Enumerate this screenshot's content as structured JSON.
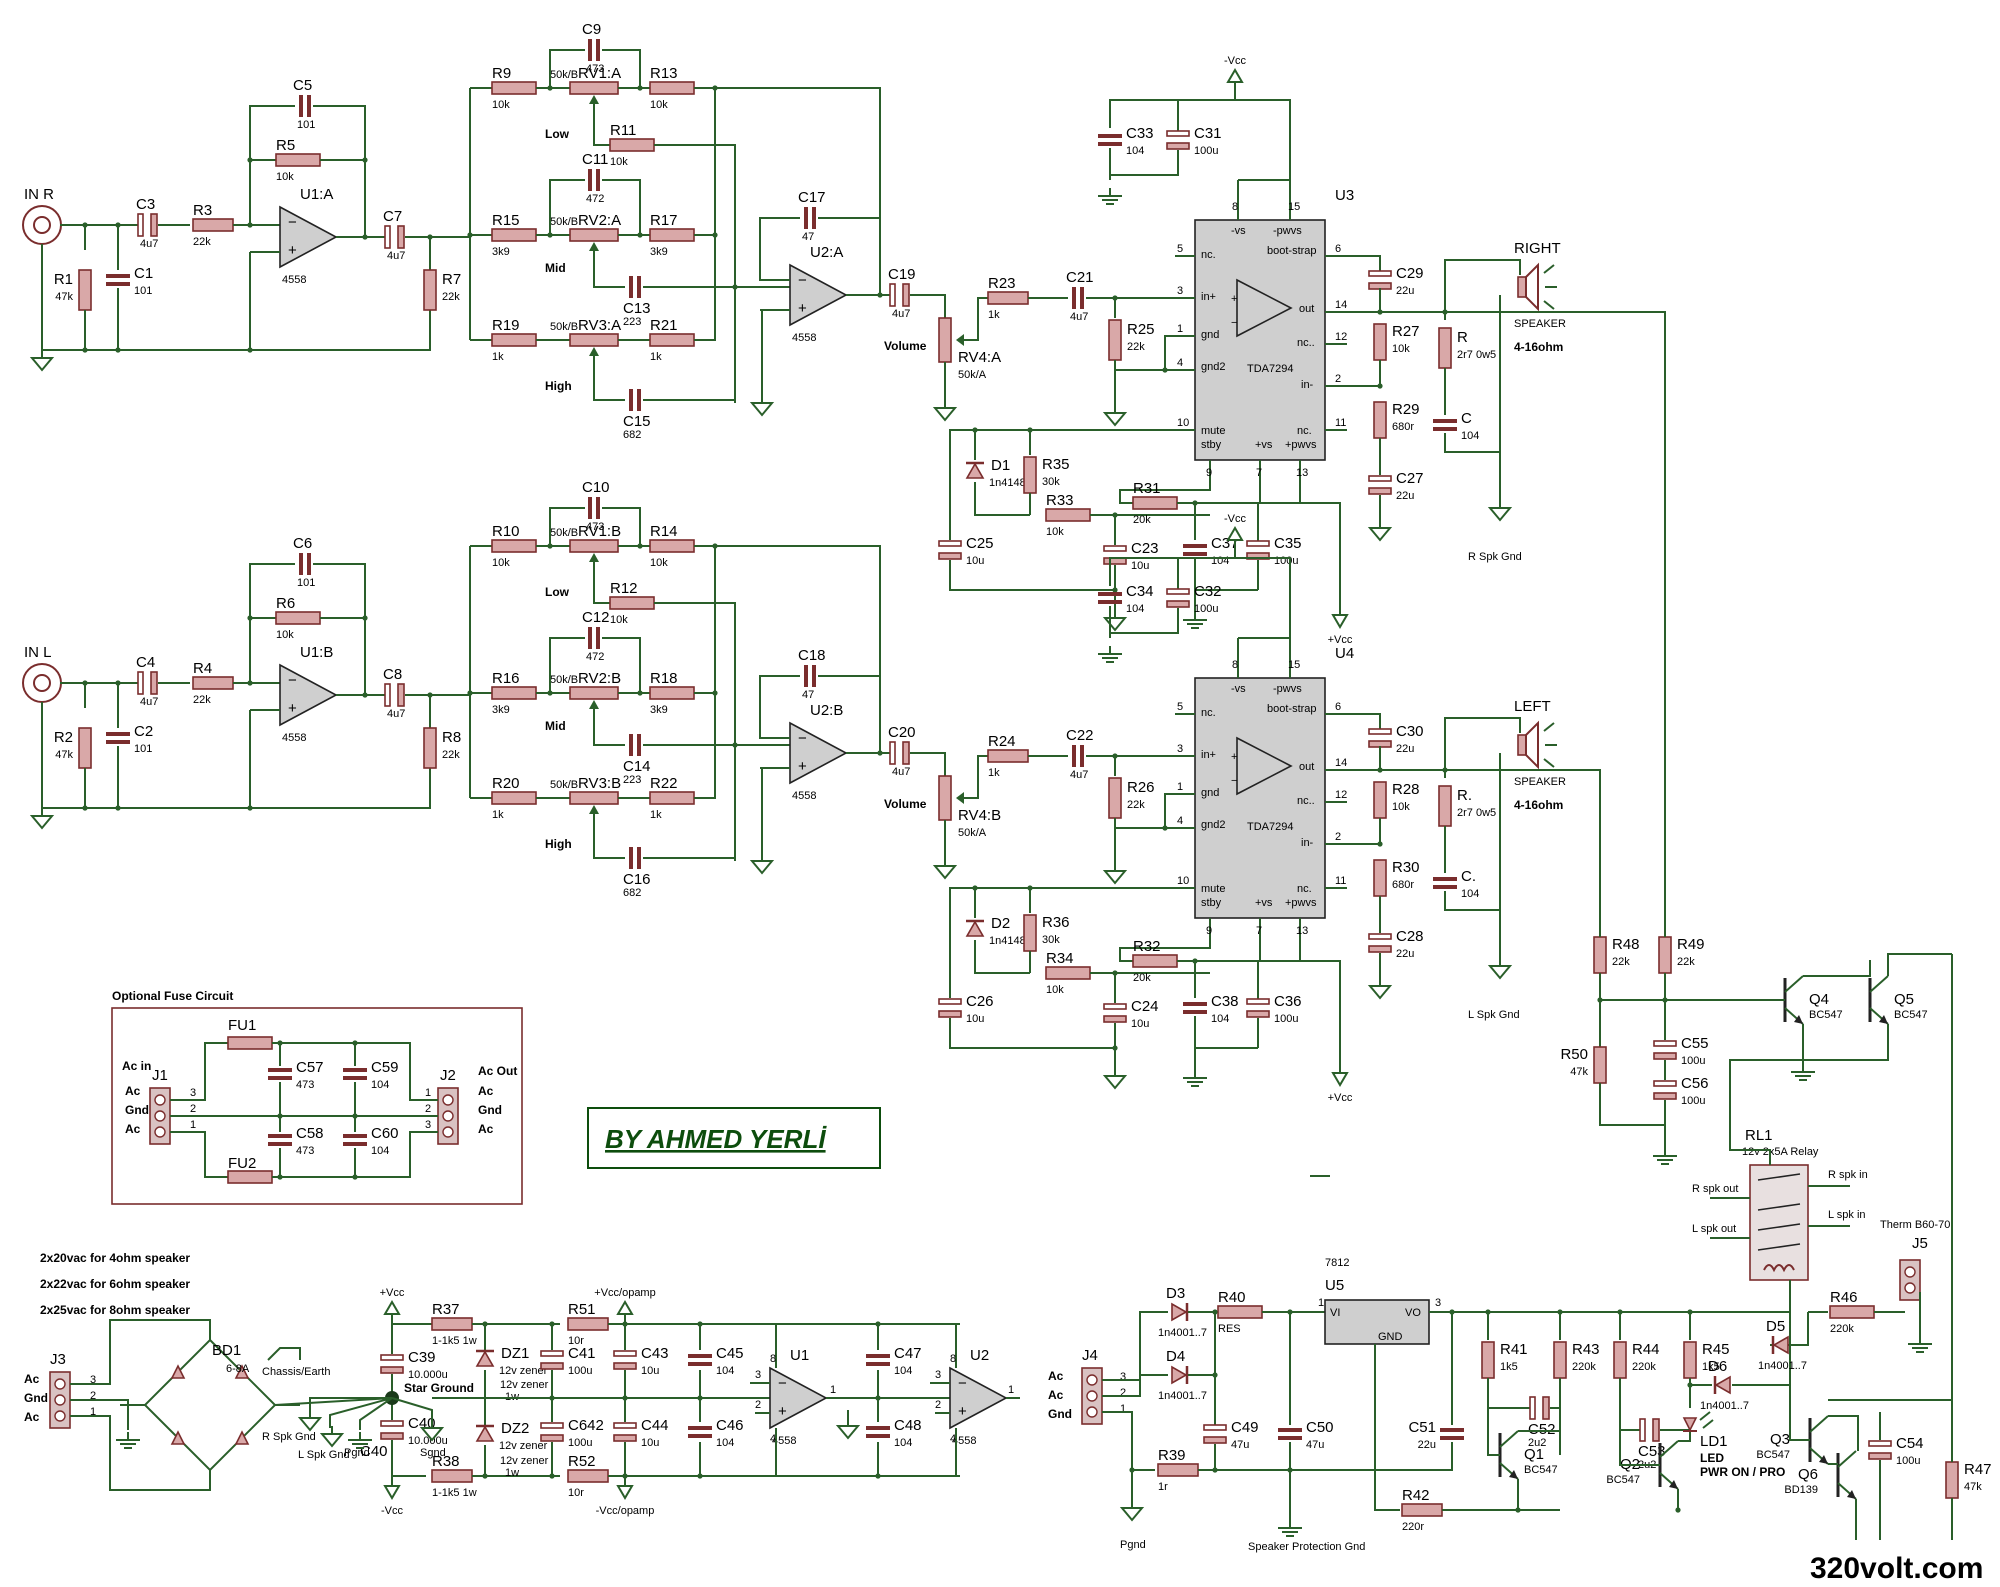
{
  "signature": "BY AHMED YERLİ",
  "site": "320volt.com",
  "fuse_box_title": "Optional Fuse Circuit",
  "supply_notes": [
    "2x20vac for 4ohm speaker",
    "2x22vac for 6ohm speaker",
    "2x25vac for 8ohm speaker"
  ],
  "channels": [
    {
      "input": "IN R",
      "caps": {
        "c_in": [
          "C3",
          "4u7"
        ],
        "c_shunt": [
          "C1",
          "101"
        ],
        "c_fb": [
          "C5",
          "101"
        ],
        "c_out": [
          "C7",
          "4u7"
        ],
        "c_low": [
          "C9",
          "473"
        ],
        "c_mid": [
          "C11",
          "472"
        ],
        "c_mid2": [
          "C13",
          "223"
        ],
        "c_high": [
          "C15",
          "682"
        ],
        "c_fb2": [
          "C17",
          "47"
        ],
        "c_vol": [
          "C19",
          "4u7"
        ],
        "c_amp": [
          "C21",
          "4u7"
        ]
      },
      "res": {
        "r_in": [
          "R1",
          "47k"
        ],
        "r_ser": [
          "R3",
          "22k"
        ],
        "r_fb": [
          "R5",
          "10k"
        ],
        "r_out": [
          "R7",
          "22k"
        ],
        "r9": [
          "R9",
          "10k"
        ],
        "r13": [
          "R13",
          "10k"
        ],
        "r11": [
          "R11",
          "10k"
        ],
        "r15": [
          "R15",
          "3k9"
        ],
        "r17": [
          "R17",
          "3k9"
        ],
        "r19": [
          "R19",
          "1k"
        ],
        "r21": [
          "R21",
          "1k"
        ],
        "r23": [
          "R23",
          "1k"
        ],
        "r25": [
          "R25",
          "22k"
        ]
      },
      "pots": {
        "low": [
          "RV1:A",
          "50k/B"
        ],
        "mid": [
          "RV2:A",
          "50k/B"
        ],
        "high": [
          "RV3:A",
          "50k/B"
        ],
        "vol": [
          "RV4:A",
          "50k/A"
        ]
      },
      "op1": [
        "U1:A",
        "4558"
      ],
      "op2": [
        "U2:A",
        "4558"
      ],
      "amp": [
        "U3",
        "TDA7294"
      ],
      "amp_pins": {
        "p5": "nc.",
        "p3": "in+",
        "p1": "gnd",
        "p4": "gnd2",
        "p10": "mute",
        "p9": "stby",
        "p6": "boot-strap",
        "p14": "out",
        "p12": "nc..",
        "p2": "in-",
        "p11": "nc.",
        "vs": "-vs",
        "pwvs": "-pwvs",
        "pvs": "+vs",
        "ppvs": "+pwvs"
      },
      "amp_parts": {
        "c33": [
          "C33",
          "104"
        ],
        "c31": [
          "C31",
          "100u"
        ],
        "c29": [
          "C29",
          "22u"
        ],
        "r27": [
          "R27",
          "10k"
        ],
        "r29": [
          "R29",
          "680r"
        ],
        "c27": [
          "C27",
          "22u"
        ],
        "d1": [
          "D1",
          "1n4148"
        ],
        "r35": [
          "R35",
          "30k"
        ],
        "r33": [
          "R33",
          "10k"
        ],
        "r31": [
          "R31",
          "20k"
        ],
        "c25": [
          "C25",
          "10u"
        ],
        "c23": [
          "C23",
          "10u"
        ],
        "c37": [
          "C37",
          "104"
        ],
        "c35": [
          "C35",
          "100u"
        ],
        "zobel_r": [
          "R",
          "2r7 0w5"
        ],
        "zobel_c": [
          "C",
          "104"
        ]
      },
      "speaker": [
        "RIGHT",
        "SPEAKER",
        "4-16ohm"
      ],
      "spk_gnd": "R Spk Gnd",
      "neg": "-Vcc",
      "pos": "+Vcc",
      "tone_labels": [
        "Low",
        "Mid",
        "High"
      ],
      "volume": "Volume"
    },
    {
      "input": "IN L",
      "caps": {
        "c_in": [
          "C4",
          "4u7"
        ],
        "c_shunt": [
          "C2",
          "101"
        ],
        "c_fb": [
          "C6",
          "101"
        ],
        "c_out": [
          "C8",
          "4u7"
        ],
        "c_low": [
          "C10",
          "473"
        ],
        "c_mid": [
          "C12",
          "472"
        ],
        "c_mid2": [
          "C14",
          "223"
        ],
        "c_high": [
          "C16",
          "682"
        ],
        "c_fb2": [
          "C18",
          "47"
        ],
        "c_vol": [
          "C20",
          "4u7"
        ],
        "c_amp": [
          "C22",
          "4u7"
        ]
      },
      "res": {
        "r_in": [
          "R2",
          "47k"
        ],
        "r_ser": [
          "R4",
          "22k"
        ],
        "r_fb": [
          "R6",
          "10k"
        ],
        "r_out": [
          "R8",
          "22k"
        ],
        "r9": [
          "R10",
          "10k"
        ],
        "r13": [
          "R14",
          "10k"
        ],
        "r11": [
          "R12",
          "10k"
        ],
        "r15": [
          "R16",
          "3k9"
        ],
        "r17": [
          "R18",
          "3k9"
        ],
        "r19": [
          "R20",
          "1k"
        ],
        "r21": [
          "R22",
          "1k"
        ],
        "r23": [
          "R24",
          "1k"
        ],
        "r25": [
          "R26",
          "22k"
        ]
      },
      "pots": {
        "low": [
          "RV1:B",
          "50k/B"
        ],
        "mid": [
          "RV2:B",
          "50k/B"
        ],
        "high": [
          "RV3:B",
          "50k/B"
        ],
        "vol": [
          "RV4:B",
          "50k/A"
        ]
      },
      "op1": [
        "U1:B",
        "4558"
      ],
      "op2": [
        "U2:B",
        "4558"
      ],
      "amp": [
        "U4",
        "TDA7294"
      ],
      "amp_pins": {
        "p5": "nc.",
        "p3": "in+",
        "p1": "gnd",
        "p4": "gnd2",
        "p10": "mute",
        "p9": "stby",
        "p6": "boot-strap",
        "p14": "out",
        "p12": "nc..",
        "p2": "in-",
        "p11": "nc.",
        "vs": "-vs",
        "pwvs": "-pwvs",
        "pvs": "+vs",
        "ppvs": "+pwvs"
      },
      "amp_parts": {
        "c33": [
          "C34",
          "104"
        ],
        "c31": [
          "C32",
          "100u"
        ],
        "c29": [
          "C30",
          "22u"
        ],
        "r27": [
          "R28",
          "10k"
        ],
        "r29": [
          "R30",
          "680r"
        ],
        "c27": [
          "C28",
          "22u"
        ],
        "d1": [
          "D2",
          "1n4148"
        ],
        "r35": [
          "R36",
          "30k"
        ],
        "r33": [
          "R34",
          "10k"
        ],
        "r31": [
          "R32",
          "20k"
        ],
        "c25": [
          "C26",
          "10u"
        ],
        "c23": [
          "C24",
          "10u"
        ],
        "c37": [
          "C38",
          "104"
        ],
        "c35": [
          "C36",
          "100u"
        ],
        "zobel_r": [
          "R.",
          "2r7 0w5"
        ],
        "zobel_c": [
          "C.",
          "104"
        ]
      },
      "speaker": [
        "LEFT",
        "SPEAKER",
        "4-16ohm"
      ],
      "spk_gnd": "L Spk Gnd",
      "neg": "-Vcc",
      "pos": "+Vcc",
      "tone_labels": [
        "Low",
        "Mid",
        "High"
      ],
      "volume": "Volume"
    }
  ],
  "fuse": {
    "j1": "J1",
    "j2": "J2",
    "ac_in": "Ac in",
    "ac_out": "Ac Out",
    "pins_left": [
      "Ac",
      "Gnd",
      "Ac"
    ],
    "pins_right": [
      "Ac",
      "Gnd",
      "Ac"
    ],
    "fu1": "FU1",
    "fu2": "FU2",
    "c57": [
      "C57",
      "473"
    ],
    "c59": [
      "C59",
      "104"
    ],
    "c58": [
      "C58",
      "473"
    ],
    "c60": [
      "C60",
      "104"
    ]
  },
  "psu": {
    "j3": "J3",
    "j3_pins": [
      "Ac",
      "Gnd",
      "Ac"
    ],
    "bd1": [
      "BD1",
      "6-8A"
    ],
    "chassis": "Chassis/Earth",
    "pos": "+Vcc",
    "neg": "-Vcc",
    "pos_op": "+Vcc/opamp",
    "neg_op": "-Vcc/opamp",
    "r37": [
      "R37",
      "1-1k5 1w"
    ],
    "r38": [
      "R38",
      "1-1k5 1w"
    ],
    "c39": [
      "C39",
      "10.000u"
    ],
    "c40": [
      "C40",
      "10.000u"
    ],
    "star": "Star Ground",
    "pgnd": "Pgnd",
    "sgnd": "Sgnd",
    "rspk": "R Spk Gnd",
    "lspk": "L Spk Gnd",
    "dz1": [
      "DZ1",
      "12v zener",
      "1w"
    ],
    "dz2": [
      "DZ2",
      "12v zener",
      "1w"
    ],
    "r51": [
      "R51",
      "10r"
    ],
    "r52": [
      "R52",
      "10r"
    ],
    "c41": [
      "C41",
      "100u"
    ],
    "c642": [
      "C642",
      "100u"
    ],
    "c43": [
      "C43",
      "10u"
    ],
    "c44": [
      "C44",
      "10u"
    ],
    "c45": [
      "C45",
      "104"
    ],
    "c46": [
      "C46",
      "104"
    ],
    "c47": [
      "C47",
      "104"
    ],
    "c48": [
      "C48",
      "104"
    ],
    "u1": [
      "U1",
      "4558"
    ],
    "u2": [
      "U2",
      "4558"
    ]
  },
  "prot": {
    "j4": "J4",
    "j4_pins": [
      "Ac",
      "Ac",
      "Gnd"
    ],
    "d3": [
      "D3",
      "1n4001..7"
    ],
    "d4": [
      "D4",
      "1n4001..7"
    ],
    "r40": [
      "R40",
      "RES"
    ],
    "r39": [
      "R39",
      "1r"
    ],
    "pgnd": "Pgnd",
    "u5": [
      "U5",
      "7812"
    ],
    "vi": "VI",
    "vo": "VO",
    "gnd": "GND",
    "c49": [
      "C49",
      "47u"
    ],
    "c50": [
      "C50",
      "47u"
    ],
    "c51": [
      "C51",
      "22u"
    ],
    "spg": "Speaker Protection Gnd",
    "r42": [
      "R42",
      "220r"
    ],
    "r41": [
      "R41",
      "1k5"
    ],
    "r43": [
      "R43",
      "220k"
    ],
    "r44": [
      "R44",
      "220k"
    ],
    "r45": [
      "R45",
      "1k5"
    ],
    "c52": [
      "C52",
      "2u2"
    ],
    "c53": [
      "C53",
      "2u2"
    ],
    "q1": [
      "Q1",
      "BC547"
    ],
    "q2": [
      "Q2",
      "BC547"
    ],
    "q3": [
      "Q3",
      "BC547"
    ],
    "q4": [
      "Q4",
      "BC547"
    ],
    "q5": [
      "Q5",
      "BC547"
    ],
    "q6": [
      "Q6",
      "BD139"
    ],
    "ld1": [
      "LD1",
      "LED",
      "PWR ON / PRO"
    ],
    "d5": [
      "D5",
      "1n4001..7"
    ],
    "d6": [
      "D6",
      "1n4001..7"
    ],
    "r46": [
      "R46",
      "220k"
    ],
    "r47": [
      "R47",
      "47k"
    ],
    "r48": [
      "R48",
      "22k"
    ],
    "r49": [
      "R49",
      "22k"
    ],
    "r50": [
      "R50",
      "47k"
    ],
    "c54": [
      "C54",
      "100u"
    ],
    "c55": [
      "C55",
      "100u"
    ],
    "c56": [
      "C56",
      "100u"
    ],
    "rl1": [
      "RL1",
      "12v 2x5A Relay"
    ],
    "r_spk_in": "R spk in",
    "r_spk_out": "R spk out",
    "l_spk_in": "L spk in",
    "l_spk_out": "L spk out",
    "j5": [
      "J5",
      "Therm B60-70"
    ]
  }
}
